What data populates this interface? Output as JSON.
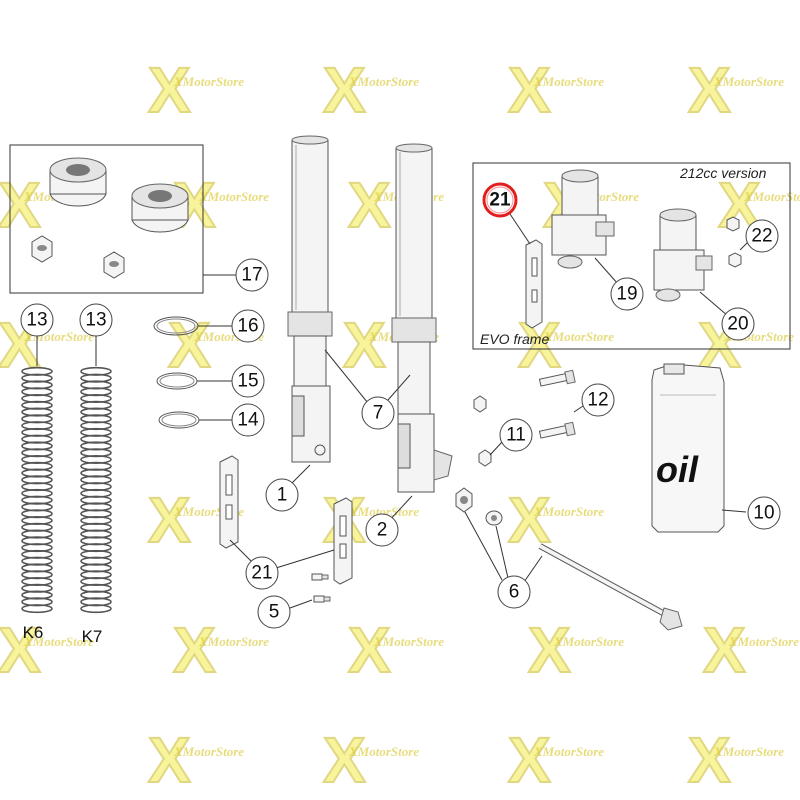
{
  "watermark": {
    "text": "XMotorStore",
    "color": "#f2ec4a"
  },
  "inset_top_right": {
    "version_label": "212cc version",
    "frame_label": "EVO frame"
  },
  "callouts": {
    "n1": "1",
    "n2": "2",
    "n5": "5",
    "n6": "6",
    "n7": "7",
    "n10": "10",
    "n11": "11",
    "n12": "12",
    "n13a": "13",
    "n13b": "13",
    "n14": "14",
    "n15": "15",
    "n16": "16",
    "n17": "17",
    "n19": "19",
    "n20": "20",
    "n21_inset": "21",
    "n21": "21",
    "n22": "22"
  },
  "spring_labels": {
    "k6": "K6",
    "k7": "K7"
  },
  "oil_label": "oil",
  "highlight_color": "#e02020"
}
